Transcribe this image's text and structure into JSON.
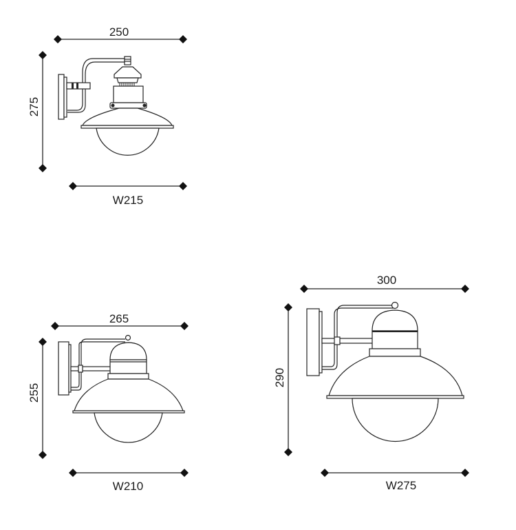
{
  "diagrams": [
    {
      "id": "lamp-1",
      "top_dimension": "250",
      "height_dimension": "275",
      "bottom_dimension": "W215"
    },
    {
      "id": "lamp-2",
      "top_dimension": "265",
      "height_dimension": "255",
      "bottom_dimension": "W210"
    },
    {
      "id": "lamp-3",
      "top_dimension": "300",
      "height_dimension": "290",
      "bottom_dimension": "W275"
    }
  ],
  "colors": {
    "line": "#222222",
    "background": "#ffffff"
  }
}
